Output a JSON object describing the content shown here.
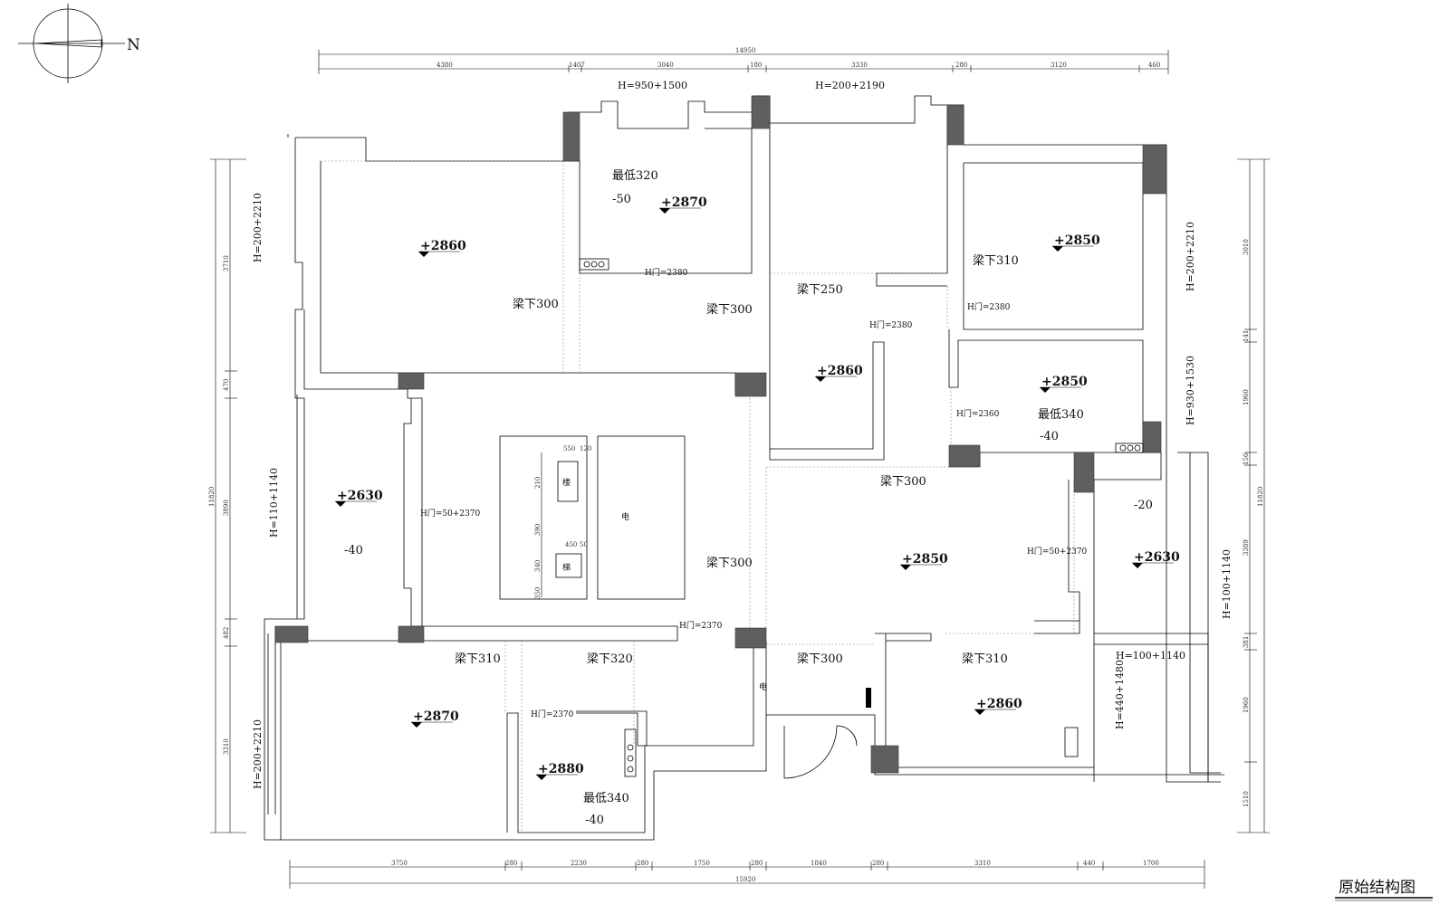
{
  "title": "原始结构图",
  "compass": "N",
  "dimensions": {
    "top_total": "14950",
    "top": [
      "4380",
      "1407",
      "3040",
      "180",
      "3330",
      "280",
      "3120",
      "460"
    ],
    "bottom_total": "15920",
    "bottom": [
      "3750",
      "280",
      "2230",
      "280",
      "1750",
      "280",
      "1840",
      "280",
      "3310",
      "440",
      "1700"
    ],
    "left": [
      "3710",
      "470",
      "3890",
      "482",
      "3310"
    ],
    "left_total": "11820",
    "right": [
      "3010",
      "141",
      "1960",
      "156",
      "3389",
      "381",
      "1960",
      "1510"
    ],
    "right_total": "11820"
  },
  "window_heights": {
    "top_left": "H=950+1500",
    "top_mid": "H=200+2190",
    "left_top": "H=200+2210",
    "left_mid": "H=110+1140",
    "left_bottom": "H=200+2210",
    "right_top": "H=200+2210",
    "right_mid": "H=930+1530",
    "right_low": "H=100+1140",
    "right_balcony_a": "H=100+1140",
    "right_balcony_b": "H=440+1480"
  },
  "door_heights": {
    "d1": "H门=2380",
    "d2": "H门=2380",
    "d3": "H门=2380",
    "d4": "H门=2360",
    "d5": "H门=50+2370",
    "d6": "H门=2370",
    "d7": "H门=50+2370",
    "d8": "H门=2370"
  },
  "elevations": {
    "e_2860_a": "+2860",
    "e_2870_a": "+2870",
    "e_2850_a": "+2850",
    "e_2860_b": "+2860",
    "e_2850_b": "+2850",
    "e_2630_a": "+2630",
    "e_2850_c": "+2850",
    "e_2630_b": "+2630",
    "e_2870_b": "+2870",
    "e_2880": "+2880",
    "e_2860_c": "+2860"
  },
  "labels": {
    "min320": "最低320",
    "min340_a": "最低340",
    "min340_b": "最低340",
    "m50": "-50",
    "m40_a": "-40",
    "m40_b": "-40",
    "m40_c": "-40",
    "m20": "-20",
    "beam_300_a": "梁下300",
    "beam_300_b": "梁下300",
    "beam_250": "梁下250",
    "beam_310_a": "梁下310",
    "beam_300_c": "梁下300",
    "beam_300_d": "梁下300",
    "beam_310_b": "梁下310",
    "beam_320": "梁下320",
    "beam_300_e": "梁下300",
    "beam_310_c": "梁下310",
    "shaft_a": "楼",
    "shaft_b": "梯",
    "shaft_c": "电",
    "shaft_d": "电"
  },
  "stair_dims": [
    "550",
    "120",
    "210",
    "390",
    "450",
    "50",
    "340",
    "350"
  ]
}
